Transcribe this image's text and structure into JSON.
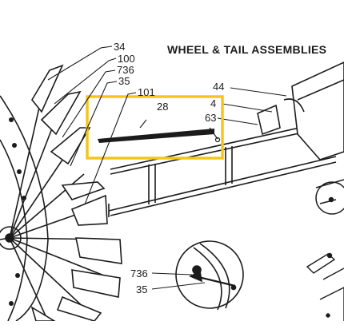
{
  "diagram": {
    "title": "WHEEL & TAIL ASSEMBLIES",
    "callouts": {
      "p34": "34",
      "p100": "100",
      "p736": "736",
      "p35": "35",
      "p101": "101",
      "p28": "28",
      "p44": "44",
      "p4": "4",
      "p63": "63",
      "p736_detail": "736",
      "p35_detail": "35"
    },
    "highlight_color": "#f5c518",
    "ink_color": "#1b1b1b",
    "paper_color": "#ffffff"
  }
}
